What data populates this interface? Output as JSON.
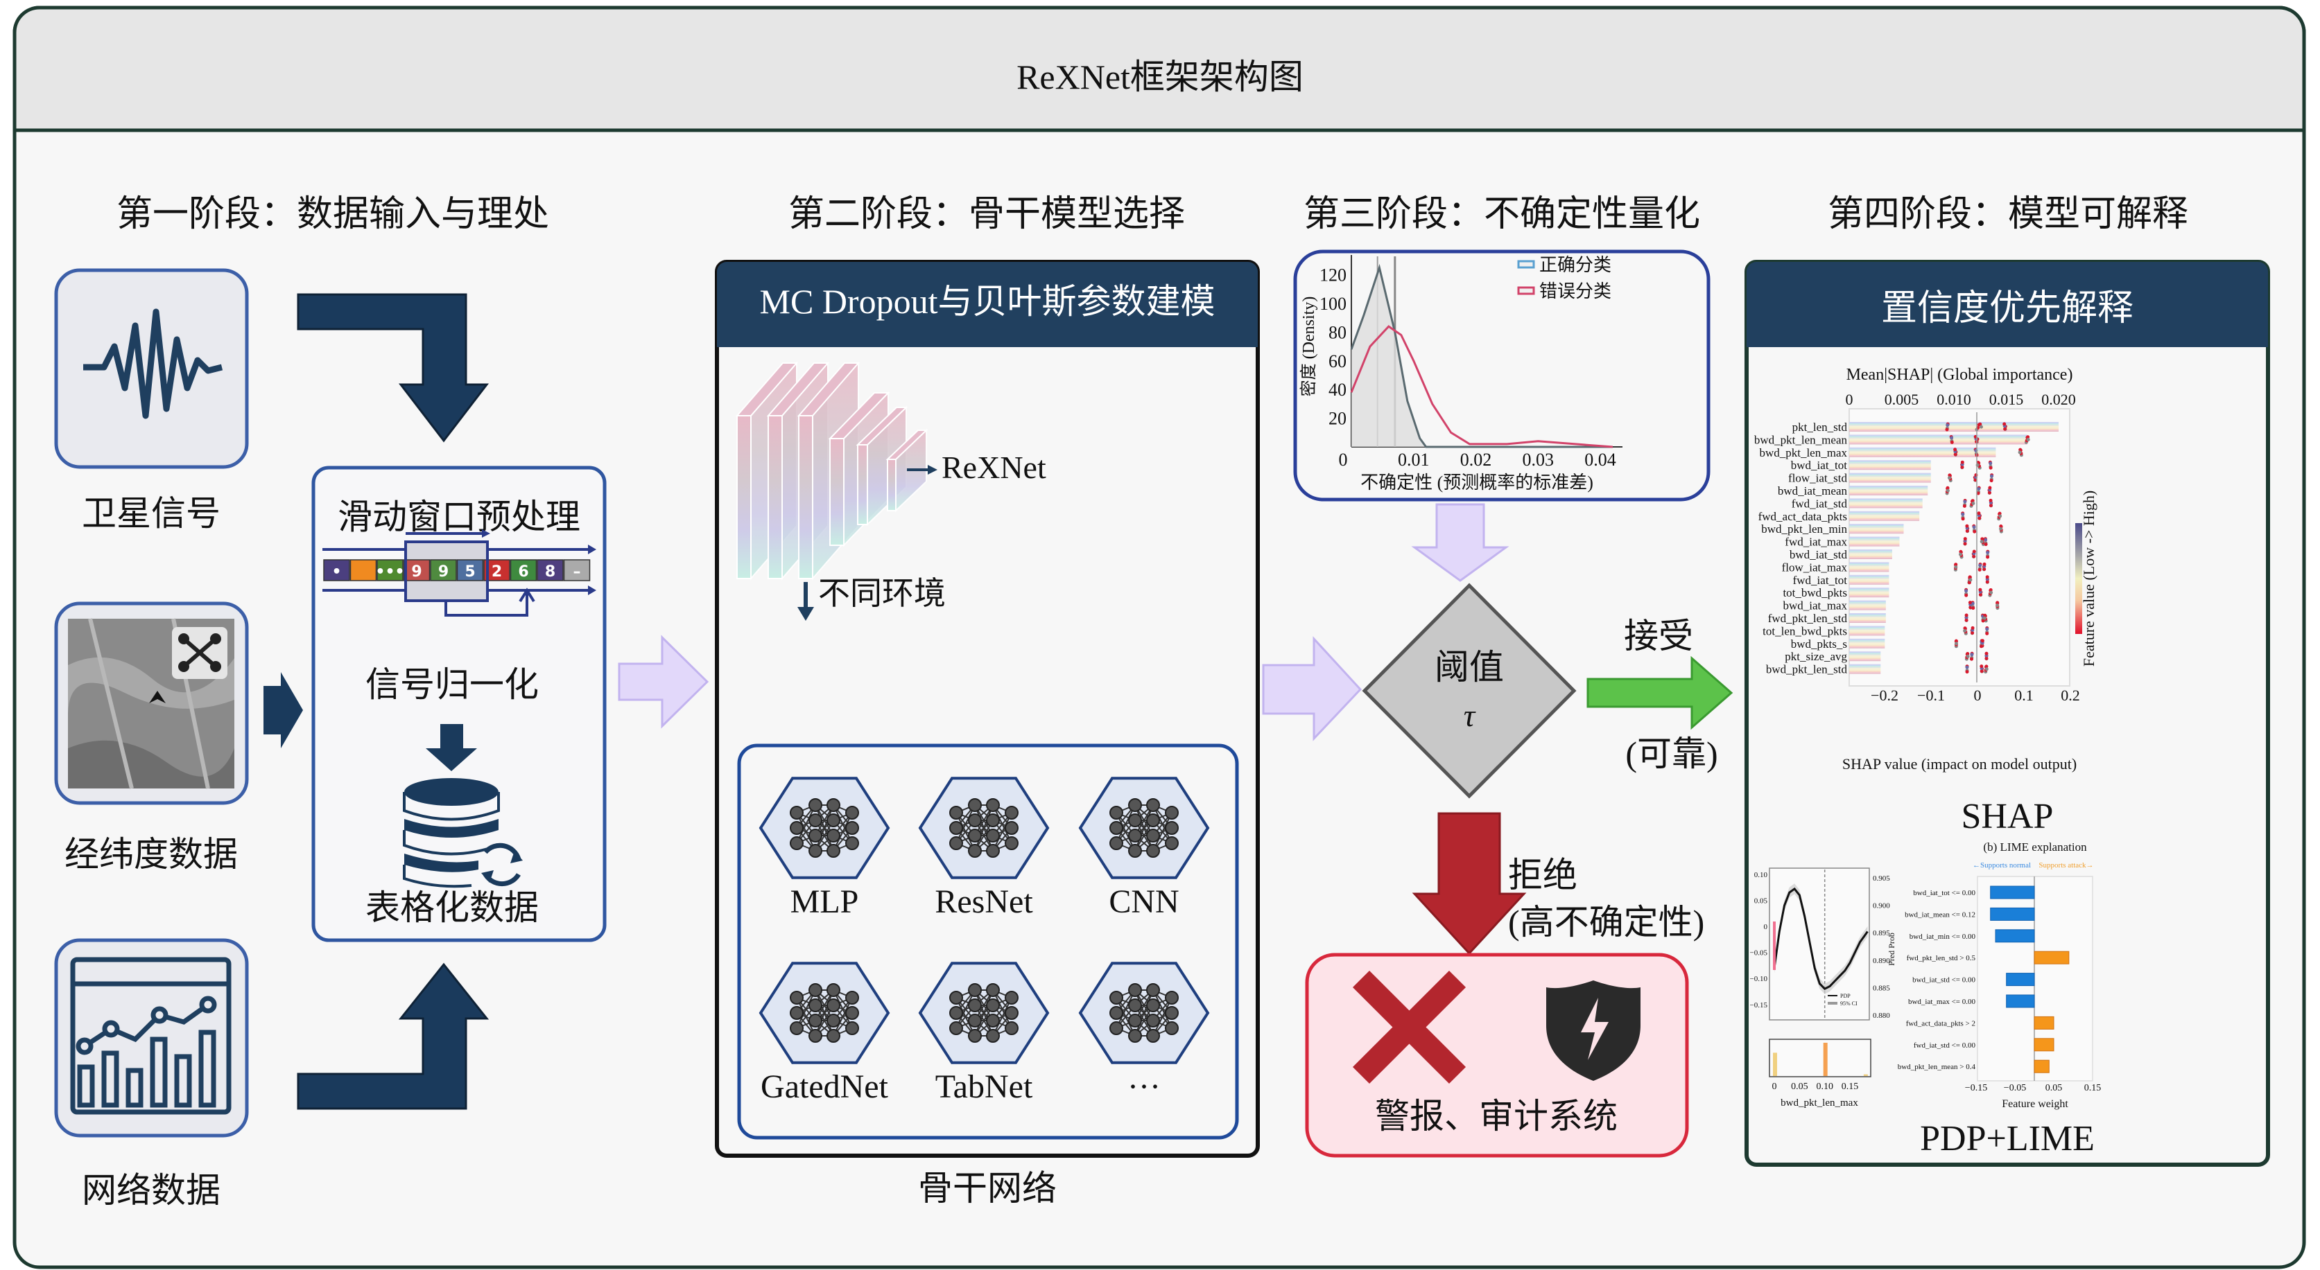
{
  "title": "ReXNet框架架构图",
  "colors": {
    "frame": "#1d3a30",
    "navy": "#1f3f5f",
    "box_blue": "#2f4f9f",
    "light_arrow": "#d9ccf5",
    "accept_green": "#5cc24a",
    "reject_red": "#b3262e",
    "alarm_fill": "#fde3e8",
    "alarm_border": "#d8283c"
  },
  "phase1": {
    "heading": "第一阶段：数据输入与理处",
    "sources": [
      {
        "label": "卫星信号",
        "icon": "waveform-icon"
      },
      {
        "label": "经纬度数据",
        "icon": "satellite-map-icon"
      },
      {
        "label": "网络数据",
        "icon": "network-dashboard-icon"
      }
    ],
    "preprocess": {
      "title": "滑动窗口预处理",
      "sequence": [
        "•",
        "",
        "•••",
        "9",
        "9",
        "5",
        "2",
        "6",
        "8",
        "–"
      ],
      "normalize": "信号归一化",
      "tabular": "表格化数据"
    }
  },
  "phase2": {
    "heading": "第二阶段：骨干模型选择",
    "header": "MC Dropout与贝叶斯参数建模",
    "rexnet": "ReXNet",
    "environments": "不同环境",
    "models": [
      "MLP",
      "ResNet",
      "CNN",
      "GatedNet",
      "TabNet",
      "···"
    ],
    "footer": "骨干网络"
  },
  "phase3": {
    "heading": "第三阶段：不确定性量化",
    "threshold": "阈值",
    "tau": "τ",
    "accept": "接受",
    "accept_note": "(可靠)",
    "reject": "拒绝",
    "reject_note": "(高不确定性)",
    "alarm": "警报、审计系统"
  },
  "phase4": {
    "heading": "第四阶段：模型可解释",
    "header": "置信度优先解释",
    "shap_label": "SHAP",
    "pdp_lime_label": "PDP+LIME"
  },
  "chart_data": [
    {
      "type": "line",
      "xlabel": "不确定性 (预测概率的标准差)",
      "ylabel": "密度 (Density)",
      "xlim": [
        0,
        0.043
      ],
      "ylim": [
        0,
        130
      ],
      "xticks": [
        "0",
        "0.01",
        "0.02",
        "0.03",
        "0.04"
      ],
      "yticks": [
        "20",
        "40",
        "60",
        "80",
        "100",
        "120"
      ],
      "legend": "top-right",
      "series": [
        {
          "name": "正确分类",
          "color": "#5a6a70",
          "x": [
            0,
            0.002,
            0.0045,
            0.007,
            0.009,
            0.011,
            0.012,
            0.042
          ],
          "y": [
            68,
            92,
            125,
            80,
            32,
            6,
            0,
            0
          ]
        },
        {
          "name": "错误分类",
          "color": "#d2436a",
          "x": [
            0,
            0.003,
            0.006,
            0.008,
            0.01,
            0.013,
            0.016,
            0.019,
            0.025,
            0.03,
            0.036,
            0.042
          ],
          "y": [
            38,
            70,
            84,
            78,
            60,
            30,
            10,
            2,
            2,
            4,
            2,
            0
          ]
        }
      ]
    },
    {
      "type": "bar",
      "title": "Mean|SHAP| (Global importance)",
      "xlabel": "SHAP value (impact on model output)",
      "colorbar_label": "Feature value (Low -> High)",
      "top_xlim": [
        0,
        0.02
      ],
      "top_xticks": [
        "0",
        "0.005",
        "0.010",
        "0.015",
        "0.020"
      ],
      "bottom_xticks": [
        "−0.2",
        "−0.1",
        "0",
        "0.1",
        "0.2"
      ],
      "categories": [
        "pkt_len_std",
        "bwd_pkt_len_mean",
        "bwd_pkt_len_max",
        "bwd_iat_tot",
        "flow_iat_std",
        "bwd_iat_mean",
        "fwd_iat_std",
        "fwd_act_data_pkts",
        "bwd_pkt_len_min",
        "fwd_iat_max",
        "bwd_iat_std",
        "flow_iat_max",
        "fwd_iat_tot",
        "tot_bwd_pkts",
        "bwd_iat_max",
        "fwd_pkt_len_std",
        "tot_len_bwd_pkts",
        "bwd_pkts_s",
        "pkt_size_avg",
        "bwd_pkt_len_std"
      ],
      "values": [
        0.02,
        0.017,
        0.014,
        0.0078,
        0.0078,
        0.0075,
        0.007,
        0.0067,
        0.0052,
        0.0048,
        0.0041,
        0.0038,
        0.0038,
        0.0038,
        0.0035,
        0.0035,
        0.0034,
        0.0034,
        0.003,
        0.003
      ]
    },
    {
      "type": "line",
      "xlabel": "bwd_pkt_len_max",
      "right_ylabel": "Pred Prob",
      "xticks": [
        "0",
        "0.05",
        "0.10",
        "0.15"
      ],
      "yticks": [
        "0.10",
        "0.05",
        "0",
        "−0.05",
        "−0.10",
        "−0.15"
      ],
      "right_yticks": [
        "0.905",
        "0.900",
        "0.895",
        "0.890",
        "0.885",
        "0.880"
      ],
      "legend": [
        "PDP",
        "95% CI"
      ],
      "x": [
        0,
        0.01,
        0.02,
        0.03,
        0.04,
        0.05,
        0.06,
        0.07,
        0.08,
        0.09,
        0.1,
        0.11,
        0.12,
        0.13,
        0.14,
        0.15,
        0.16,
        0.17,
        0.185
      ],
      "y": [
        -0.08,
        -0.01,
        0.04,
        0.065,
        0.072,
        0.06,
        0.02,
        -0.03,
        -0.08,
        -0.11,
        -0.12,
        -0.115,
        -0.105,
        -0.095,
        -0.085,
        -0.07,
        -0.05,
        -0.03,
        -0.01
      ],
      "histogram": {
        "x": [
          0,
          0.1,
          0.18
        ],
        "h": [
          0.7,
          1.0,
          0.05
        ]
      }
    },
    {
      "type": "bar",
      "title": "(b) LIME explanation",
      "legend_left": "←Supports normal",
      "legend_right": "Supports attack→",
      "xlabel": "Feature weight",
      "xlim": [
        -0.15,
        0.15
      ],
      "xticks": [
        "−0.15",
        "−0.05",
        "0.05",
        "0.15"
      ],
      "categories": [
        "bwd_iat_tot <= 0.00",
        "bwd_iat_mean <= 0.12",
        "bwd_iat_min <= 0.00",
        "fwd_pkt_len_std > 0.5",
        "bwd_iat_std <= 0.00",
        "bwd_iat_max <= 0.00",
        "fwd_act_data_pkts > 2",
        "fwd_iat_std <= 0.00",
        "bwd_pkt_len_mean > 0.4"
      ],
      "values": [
        -0.113,
        -0.113,
        -0.1,
        0.089,
        -0.072,
        -0.072,
        0.05,
        0.05,
        0.038
      ],
      "colors": {
        "negative": "#1a7fd8",
        "positive": "#f5961b"
      }
    }
  ]
}
